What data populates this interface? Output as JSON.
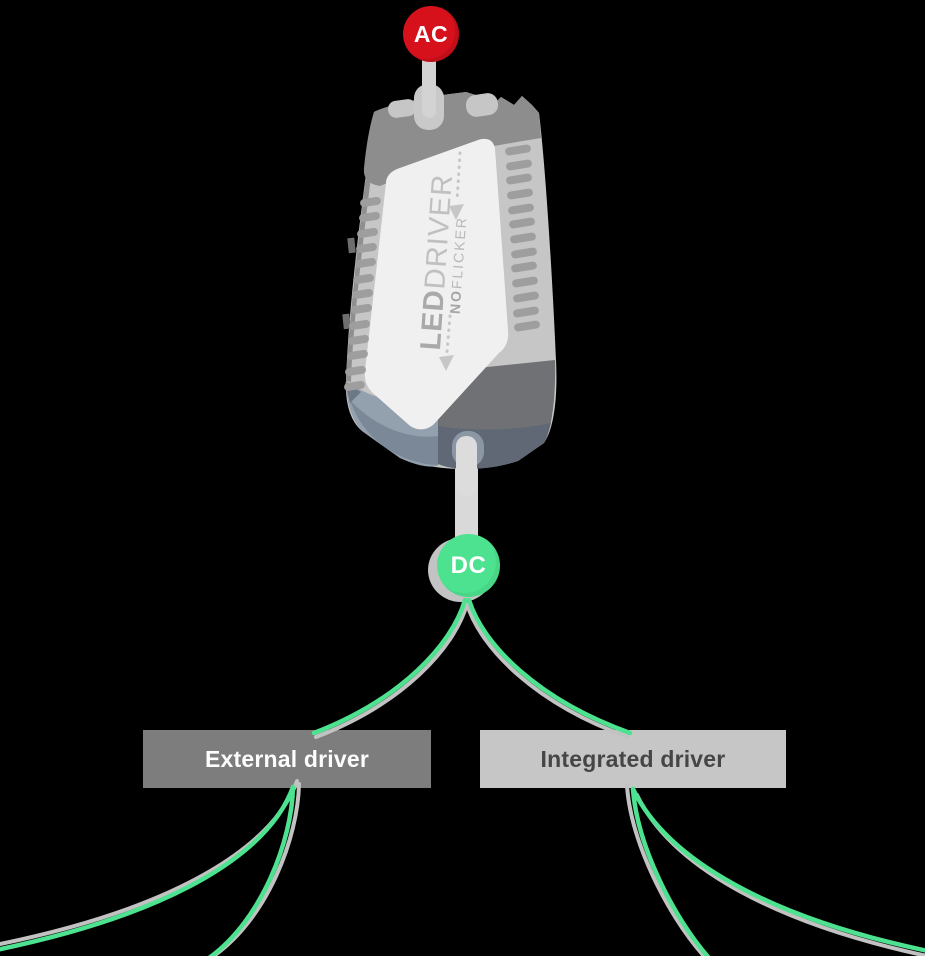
{
  "nodes": {
    "ac": {
      "label": "AC",
      "color": "#d6111c"
    },
    "dc": {
      "label": "DC",
      "color": "#4de28f"
    }
  },
  "device": {
    "brand_bold": "LED",
    "brand_light": "DRIVER",
    "tagline_bold": "NO",
    "tagline_light": "FLICKER"
  },
  "branches": {
    "external": {
      "label": "External driver",
      "bg": "#7d7d7d",
      "text_color": "#fdfdfd"
    },
    "integrated": {
      "label": "Integrated driver",
      "bg": "#c6c6c6",
      "text_color": "#464646"
    }
  },
  "colors": {
    "wire_green": "#4de28f",
    "wire_shadow": "#c2c2c2",
    "ac_red": "#d6111c",
    "dc_green": "#4de28f",
    "device_body": "#c6c6c6",
    "device_cap": "#8d8d8d",
    "device_label_panel": "#f0f0f0",
    "device_bottom_dark": "#6f7175",
    "device_bottom_slate": "#93a0ad"
  }
}
